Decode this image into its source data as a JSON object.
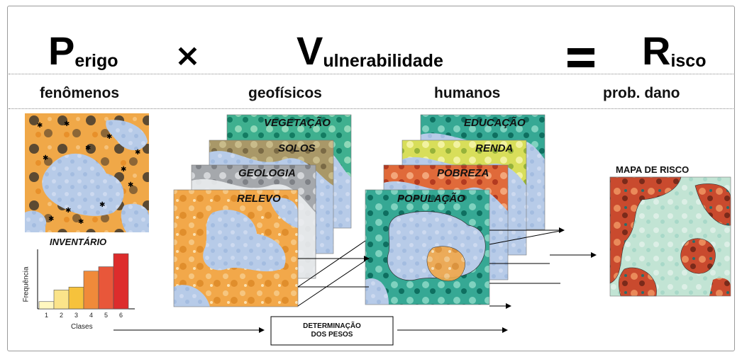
{
  "headline": {
    "perigo": {
      "cap": "P",
      "rest": "erigo"
    },
    "times": "×",
    "vulnerabilidade": {
      "cap": "V",
      "rest": "ulnerabilidade"
    },
    "equals": "=",
    "risco": {
      "cap": "R",
      "rest": "isco"
    }
  },
  "subtitles": {
    "fenomenos": "fenômenos",
    "geofisicos": "geofísicos",
    "humanos": "humanos",
    "prob_dano": "prob. dano"
  },
  "geophysical_layers": [
    "VEGETAÇÃO",
    "SOLOS",
    "GEOLOGIA",
    "RELEVO"
  ],
  "human_layers": [
    "EDUCAÇÃO",
    "RENDA",
    "POBREZA",
    "POPULAÇÃO"
  ],
  "inventory": {
    "title": "INVENTÁRIO",
    "ylabel": "Frequência",
    "xlabel": "Clases"
  },
  "chart_data": {
    "type": "bar",
    "title": "INVENTÁRIO",
    "xlabel": "Clases",
    "ylabel": "Frequência",
    "categories": [
      "1",
      "2",
      "3",
      "4",
      "5",
      "6"
    ],
    "values": [
      1,
      2.6,
      3,
      5.2,
      5.8,
      7.6
    ],
    "colors": [
      "#fff7c0",
      "#fbe48a",
      "#f6c23c",
      "#f08a3a",
      "#e8573a",
      "#dd2c2c"
    ],
    "ylim": [
      0,
      8
    ]
  },
  "weights_box": {
    "line1": "DETERMINAÇÃO",
    "line2": "DOS PESOS"
  },
  "risk_map": {
    "title": "MAPA DE RISCO"
  },
  "colors": {
    "water": "#b9cce8",
    "hazard_orange": "#f0a040",
    "hazard_black": "#1a1a1a",
    "teal": "#1a9a8a",
    "risk_red": "#c83a2a",
    "risk_green": "#bfe3d3"
  }
}
